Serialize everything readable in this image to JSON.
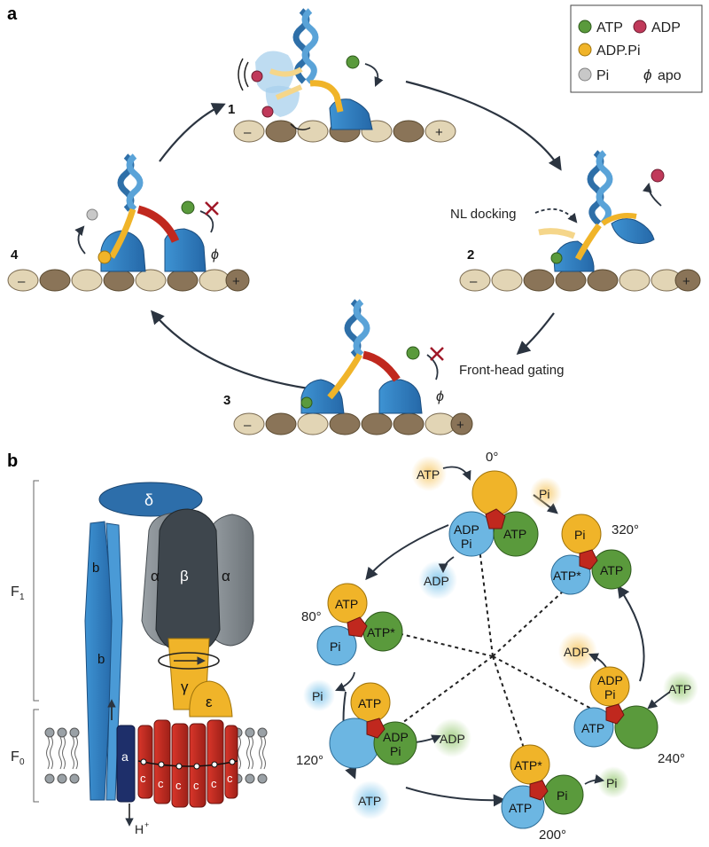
{
  "panel_a": {
    "label": "a",
    "legend": {
      "atp": "ATP",
      "adp": "ADP",
      "adp_pi": "ADP.Pi",
      "pi": "Pi",
      "apo_symbol": "ϕ",
      "apo": "apo"
    },
    "steps": [
      "1",
      "2",
      "3",
      "4"
    ],
    "track_minus": "–",
    "track_plus": "+",
    "phi": "ϕ",
    "annotation_nl_docking": "NL docking",
    "annotation_front_head": "Front-head gating"
  },
  "panel_b": {
    "label": "b",
    "f1": "F",
    "f1_sub": "1",
    "f0": "F",
    "f0_sub": "0",
    "delta": "δ",
    "alpha": "α",
    "beta": "β",
    "gamma": "γ",
    "epsilon": "ε",
    "b_label": "b",
    "a_label": "a",
    "c_label": "c",
    "proton": "H",
    "proton_sup": "+",
    "angles": [
      "0°",
      "320°",
      "80°",
      "240°",
      "120°",
      "200°"
    ],
    "cycle": {
      "s0": {
        "top": "",
        "left": "ADP",
        "left2": "Pi",
        "right": "ATP"
      },
      "s320": {
        "top": "Pi",
        "left": "ATP*",
        "right": "ATP"
      },
      "s80": {
        "top": "ATP",
        "left": "Pi",
        "right": "ATP*"
      },
      "s240": {
        "top": "ADP",
        "top2": "Pi",
        "left": "ATP",
        "right": ""
      },
      "s120": {
        "top": "ATP",
        "left": "",
        "right": "ADP",
        "right2": "Pi"
      },
      "s200": {
        "top": "ATP*",
        "left": "ATP",
        "right": "Pi"
      }
    },
    "released": {
      "atp_0": "ATP",
      "pi_320": "Pi",
      "adp_0": "ADP",
      "pi_80": "Pi",
      "adp_240": "ADP",
      "atp_240": "ATP",
      "adp_120": "ADP",
      "atp_120": "ATP",
      "pi_200": "Pi"
    }
  },
  "colors": {
    "atp": "#5a9a3c",
    "adp": "#c0395a",
    "adp_pi": "#f0b429",
    "pi": "#c8c8c8",
    "kinesin_blue": "#2f7fc1",
    "neck_linker_red": "#c0281e",
    "tubulin_dark": "#8a7458",
    "tubulin_light": "#e2d5b5",
    "beta_blue": "#6cb6e2",
    "alpha_green": "#5a9a3c",
    "yellow": "#f0b429",
    "rotor_red": "#c0281e"
  }
}
